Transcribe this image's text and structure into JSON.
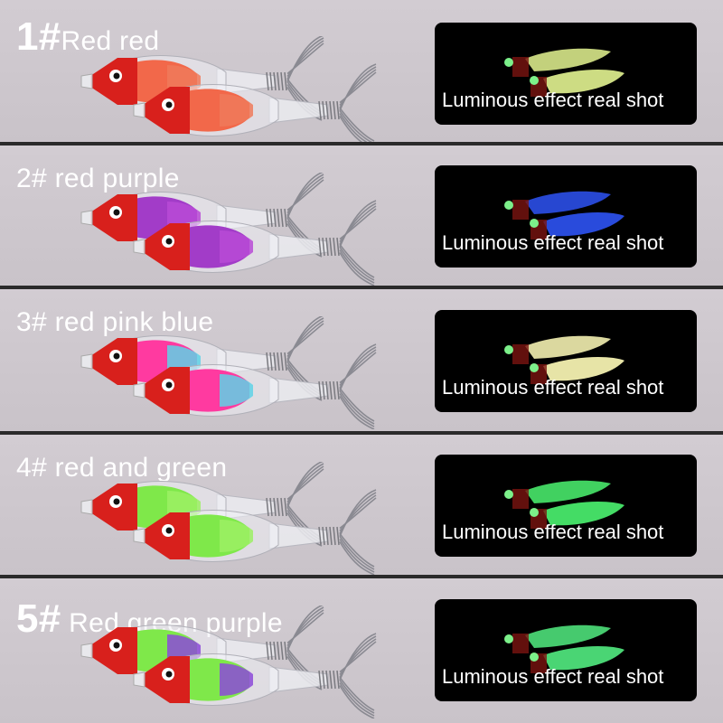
{
  "rows": [
    {
      "num": "1#",
      "name": "Red red",
      "caption": "Luminous effect real shot",
      "body": "#f2684a",
      "body2": "#f07a5a",
      "glow": "#d8e88a"
    },
    {
      "num": "2#",
      "name": " red purple",
      "caption": "Luminous effect real shot",
      "body": "#a23cc8",
      "body2": "#b84ad6",
      "glow": "#2b4fe8"
    },
    {
      "num": "3#",
      "name": " red pink blue",
      "caption": "Luminous effect real shot",
      "body": "#ff3aa0",
      "body2": "#5fd2e6",
      "glow": "#f3f0b0"
    },
    {
      "num": "4#",
      "name": " red and green",
      "caption": "Luminous effect real shot",
      "body": "#7fe84a",
      "body2": "#9cf064",
      "glow": "#48e86a"
    },
    {
      "num": "5#",
      "name": " Red green purple",
      "caption": "Luminous effect real shot",
      "body": "#7fe84a",
      "body2": "#8c4ad8",
      "glow": "#4ee07a"
    }
  ],
  "colors": {
    "head": "#d8201c",
    "background": "#cdc7cd",
    "panel": "#000000"
  }
}
